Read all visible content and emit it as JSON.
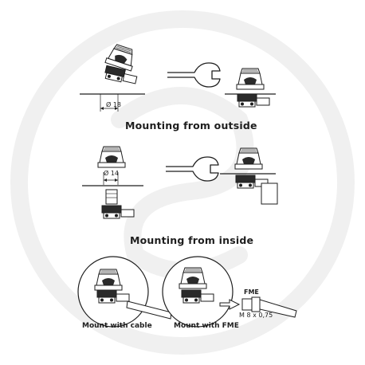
{
  "labels": {
    "mount_outside": "Mounting from outside",
    "mount_inside": "Mounting from inside",
    "mount_cable": "Mount with cable",
    "mount_fme": "Mount with FME"
  },
  "dimensions": {
    "hole_outside": "Ø 18",
    "hole_inside": "Ø 14",
    "fme_label": "FME",
    "fme_thread": "M 8 x 0,75"
  },
  "colors": {
    "line": "#1e1e1e",
    "fill_dark": "#2a2a2a",
    "fill_mid": "#8a8a8a",
    "fill_light": "#e6e6e6",
    "watermark": "#f0f0f0"
  },
  "icons": [
    "wrench-icon",
    "wrench-icon",
    "arrow-right-icon"
  ]
}
